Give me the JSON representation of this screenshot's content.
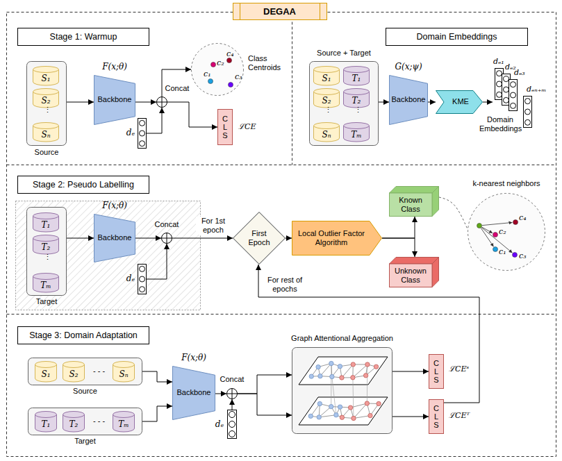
{
  "diagram": {
    "title": "DEGAA",
    "nodes": [
      {
        "text": [
          "Stage 1: Warmup"
        ]
      },
      {
        "text": [
          "Source"
        ]
      },
      {
        "text": [
          "S₁"
        ],
        "in": 1
      },
      {
        "text": [
          "S₂"
        ],
        "in": 1
      },
      {
        "text": [
          "Sₙ"
        ],
        "in": 1
      },
      {
        "text": [
          "F(x;θ)",
          "Backbone"
        ]
      },
      {
        "text": [
          "Concat"
        ]
      },
      {
        "text": [
          "Class Centroids"
        ]
      },
      {
        "text": [
          "dₑ"
        ]
      },
      {
        "text": [
          "CLS"
        ]
      },
      {
        "text": [
          "Domain Embeddings"
        ]
      },
      {
        "text": [
          "Source + Target"
        ]
      },
      {
        "text": [
          "S₁"
        ],
        "in": 11
      },
      {
        "text": [
          "T₁"
        ],
        "in": 11
      },
      {
        "text": [
          "S₂"
        ],
        "in": 11
      },
      {
        "text": [
          "T₂"
        ],
        "in": 11
      },
      {
        "text": [
          "Sₙ"
        ],
        "in": 11
      },
      {
        "text": [
          "Tₘ"
        ],
        "in": 11
      },
      {
        "text": [
          "G(x;ψ)",
          "Backbone"
        ]
      },
      {
        "text": [
          "KME"
        ]
      },
      {
        "text": [
          "Domain Embeddings"
        ]
      },
      {
        "text": [
          "Stage 2: Pseudo Labelling"
        ]
      },
      {
        "text": [
          "Target"
        ]
      },
      {
        "text": [
          "T₁"
        ],
        "in": 22
      },
      {
        "text": [
          "T₂"
        ],
        "in": 22
      },
      {
        "text": [
          "Tₘ"
        ],
        "in": 22
      },
      {
        "text": [
          "F(x;θ)",
          "Backbone"
        ]
      },
      {
        "text": [
          "Concat"
        ]
      },
      {
        "text": [
          "dₑ"
        ]
      },
      {
        "text": [
          "First Epoch"
        ]
      },
      {
        "text": [
          "Local Outlier Factor Algorithm"
        ]
      },
      {
        "text": [
          "Known Class"
        ]
      },
      {
        "text": [
          "Unknown Class"
        ]
      },
      {
        "text": [
          "k-nearest neighbors"
        ]
      },
      {
        "text": [
          "Stage 3: Domain Adaptation"
        ]
      },
      {
        "text": [
          "Source"
        ]
      },
      {
        "text": [
          "S₁"
        ],
        "in": 35
      },
      {
        "text": [
          "S₂"
        ],
        "in": 35
      },
      {
        "text": [
          "Sₙ"
        ],
        "in": 35
      },
      {
        "text": [
          "Target"
        ]
      },
      {
        "text": [
          "T₁"
        ],
        "in": 39
      },
      {
        "text": [
          "T₂"
        ],
        "in": 39
      },
      {
        "text": [
          "Tₘ"
        ],
        "in": 39
      },
      {
        "text": [
          "F(x;θ)",
          "Backbone"
        ]
      },
      {
        "text": [
          "Concat"
        ]
      },
      {
        "text": [
          "dₑ"
        ]
      },
      {
        "text": [
          "Graph Attentional Aggregation"
        ]
      },
      {
        "text": [
          "CLS"
        ]
      },
      {
        "text": [
          "CLS"
        ]
      }
    ],
    "edges": [
      {
        "from": 1,
        "to": 5,
        "arrow": "to"
      },
      {
        "from": 5,
        "to": 6,
        "arrow": "to"
      },
      {
        "from": 8,
        "to": 6,
        "arrow": "to"
      },
      {
        "from": 6,
        "to": 7,
        "arrow": "to"
      },
      {
        "from": 6,
        "to": 9,
        "arrow": "to"
      },
      {
        "from": 11,
        "to": 18,
        "arrow": "to"
      },
      {
        "from": 18,
        "to": 19,
        "arrow": "to"
      },
      {
        "from": 19,
        "to": 20,
        "arrow": "to"
      },
      {
        "from": 22,
        "to": 26,
        "arrow": "to"
      },
      {
        "from": 26,
        "to": 27,
        "arrow": "to"
      },
      {
        "from": 28,
        "to": 27,
        "arrow": "to"
      },
      {
        "from": 27,
        "to": 29,
        "label": "For 1st epoch",
        "arrow": "to"
      },
      {
        "from": 29,
        "to": 30,
        "arrow": "to"
      },
      {
        "from": 30,
        "to": 31,
        "arrow": "to"
      },
      {
        "from": 30,
        "to": 32,
        "arrow": "to"
      },
      {
        "from": 31,
        "to": 33,
        "arrow": "none"
      },
      {
        "from": 48,
        "to": 29,
        "label": "For rest of epochs",
        "arrow": "to"
      },
      {
        "from": 35,
        "to": 43,
        "arrow": "to"
      },
      {
        "from": 39,
        "to": 43,
        "arrow": "to"
      },
      {
        "from": 43,
        "to": 44,
        "arrow": "to"
      },
      {
        "from": 45,
        "to": 44,
        "arrow": "to"
      },
      {
        "from": 44,
        "to": 46,
        "arrow": "to"
      },
      {
        "from": 44,
        "to": 46,
        "arrow": "to"
      },
      {
        "from": 46,
        "to": 47,
        "arrow": "to"
      },
      {
        "from": 46,
        "to": 48,
        "arrow": "to"
      }
    ],
    "labels": [
      "⋮",
      "c₄",
      "c₂",
      "c₁",
      "c₃",
      "ℒCE",
      "⋮",
      "⋮",
      "dₑ₁",
      "dₑ₂",
      "dₑ₃",
      "dₑₙ₊ₘ",
      "⋮",
      "c₄",
      "c₂",
      "c₁",
      "c₃",
      "- - -",
      "- - -",
      "ℒCEˢ",
      "ℒCEᵀ"
    ]
  }
}
